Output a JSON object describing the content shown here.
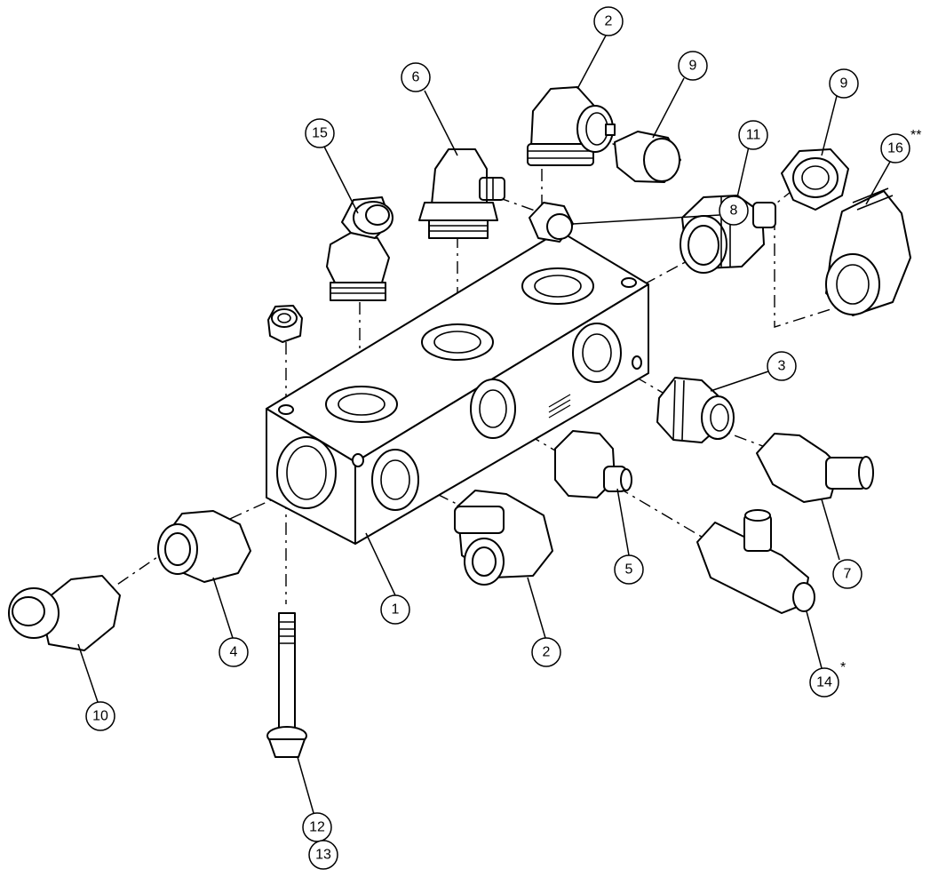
{
  "callouts": [
    {
      "id": "c1",
      "label": "1"
    },
    {
      "id": "c2a",
      "label": "2"
    },
    {
      "id": "c2b",
      "label": "2"
    },
    {
      "id": "c3",
      "label": "3"
    },
    {
      "id": "c4",
      "label": "4"
    },
    {
      "id": "c5",
      "label": "5"
    },
    {
      "id": "c6",
      "label": "6"
    },
    {
      "id": "c7",
      "label": "7"
    },
    {
      "id": "c8",
      "label": "8"
    },
    {
      "id": "c9a",
      "label": "9"
    },
    {
      "id": "c9b",
      "label": "9"
    },
    {
      "id": "c10",
      "label": "10"
    },
    {
      "id": "c11",
      "label": "11"
    },
    {
      "id": "c12",
      "label": "12"
    },
    {
      "id": "c13",
      "label": "13"
    },
    {
      "id": "c14",
      "label": "14",
      "suffix": "*"
    },
    {
      "id": "c15",
      "label": "15"
    },
    {
      "id": "c16",
      "label": "16",
      "suffix": "**"
    }
  ]
}
